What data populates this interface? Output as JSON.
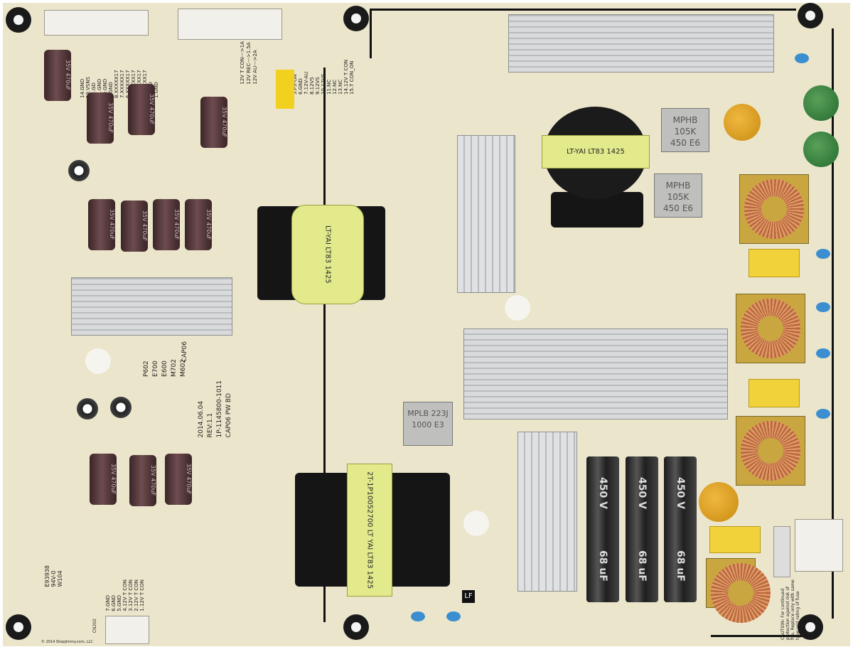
{
  "board": {
    "name": "CAP06 PW BD",
    "part_number": "1P-1145800-1011",
    "revision": "REV:1.1",
    "date": "2014.06.04",
    "jumper_labels": [
      "M602",
      "M702",
      "E600",
      "E700",
      "P602"
    ],
    "silk_cap": "CAP06"
  },
  "connector_top_left_pins": [
    "1.GND",
    "2.GND",
    "3.XXXXX17",
    "4.XXXXX17",
    "5.XXXXX17",
    "6.XXXXX17",
    "7.XXXXX17",
    "8.XXXXX17",
    "9.GND",
    "10.GND",
    "11.GND",
    "12.GD",
    "13.VSNS",
    "14.GND"
  ],
  "connector_top_mid_pins": [
    "15.T CON_ON",
    "14.12V T CON",
    "13.NC",
    "12.NC",
    "11.NC",
    "10.12VS",
    "9.12VS",
    "8.12VS",
    "7.12V-AU",
    "6.GND",
    "5.PS-ON",
    "4.AC-DET",
    "3.NC"
  ],
  "rail_labels": [
    "12V AU--->2A",
    "12V REC--->1.5A",
    "12V T CON--->1A"
  ],
  "connector_bottom_pins": [
    "1.12V T CON",
    "2.12V T CON",
    "3.12V T CON",
    "4.12V T CON",
    "5.GND",
    "6.GND",
    "7.GND"
  ],
  "connector_bottom_ref": "CN202",
  "cert": {
    "ul": "94V-0",
    "file": "E93938",
    "code": "W104"
  },
  "copyright": "© 2014 ShopJimmy.com, LLC",
  "caution": "CAUTION: For continued protection against risk of fire, Replace only with same type and rating of fuse",
  "film_caps": [
    {
      "line1": "MPHB 105K",
      "line2": "450 E6"
    },
    {
      "line1": "MPHB 105K",
      "line2": "450 E6"
    },
    {
      "line1": "MPLB 223J",
      "line2": "1000 E3"
    }
  ],
  "bulk_caps": {
    "rating": "68 uF",
    "voltage": "450 V"
  },
  "transformer_labels": [
    "LT-YAI LT83 1425",
    "2T-1P10052700 LT YAI LT83 1425"
  ],
  "electrolytic_label": "35V 470uF",
  "marker_lf": "LF",
  "colors": {
    "pcb": "#ebe5cb",
    "heatsink": "#c9cccd",
    "toroid": "#c9a640",
    "varistor": "#2f7a38",
    "y_cap": "#f2d23a"
  }
}
